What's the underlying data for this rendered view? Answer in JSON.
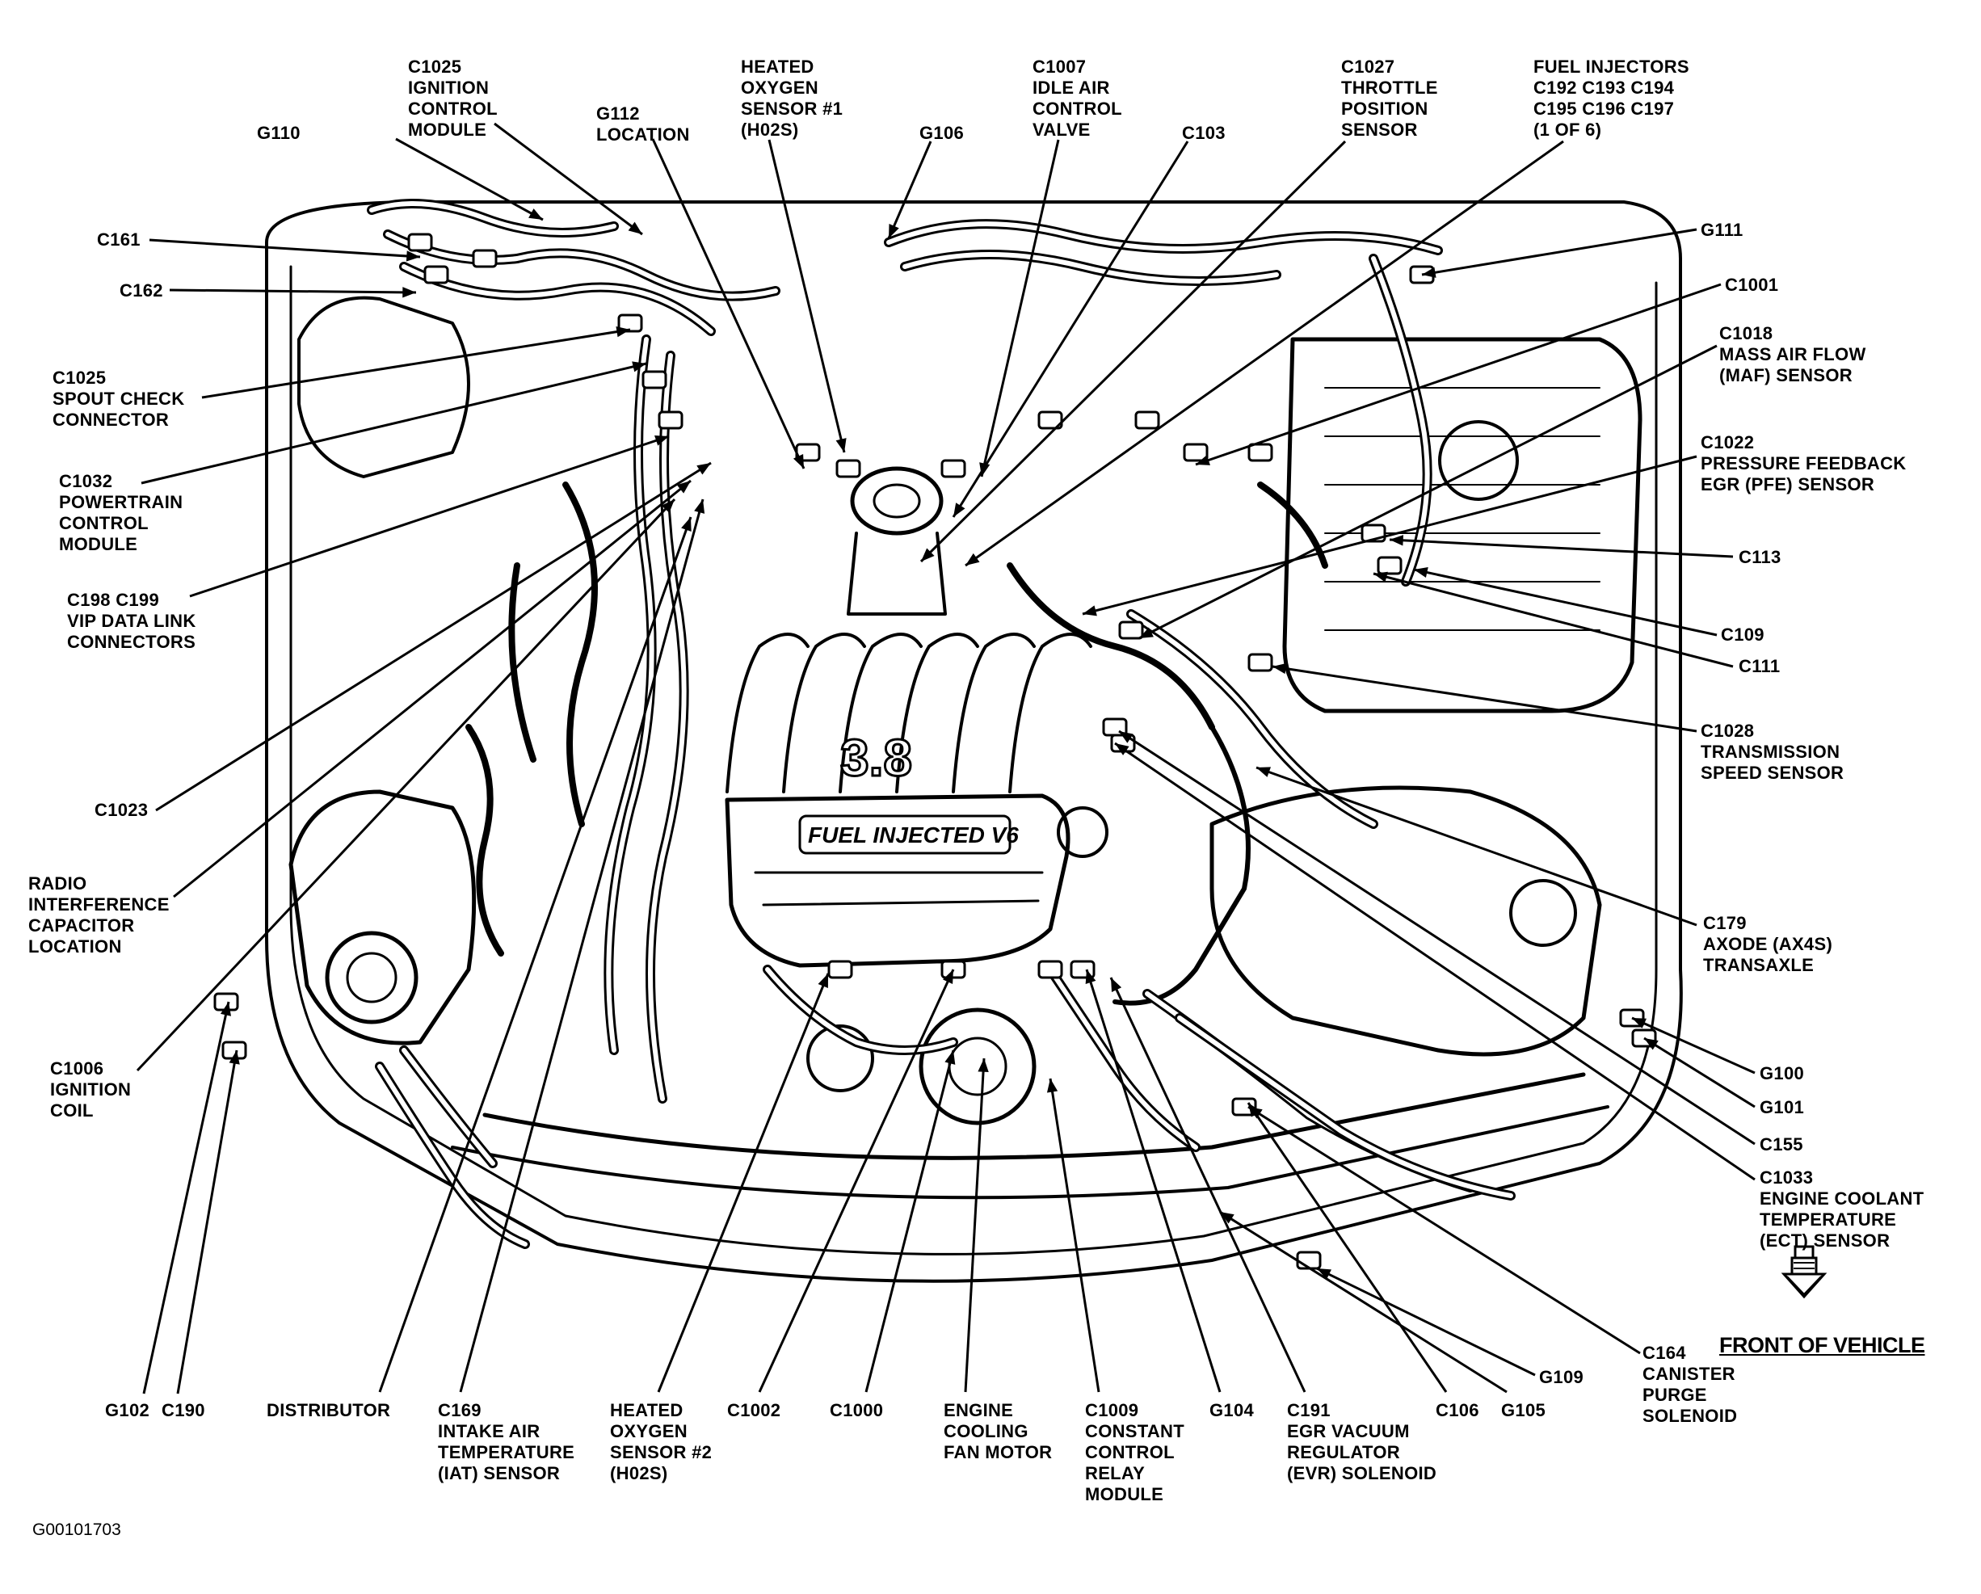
{
  "diagram": {
    "id_code": "G00101703",
    "front_of_vehicle": "FRONT OF VEHICLE",
    "engine_badge_displacement": "3.8",
    "engine_badge_text": "FUEL INJECTED V6",
    "colors": {
      "ink": "#000000",
      "paper": "#ffffff"
    },
    "icons": [
      "front-direction-arrow-icon"
    ],
    "callouts": [
      {
        "key": "g110",
        "text": "G110"
      },
      {
        "key": "c1025_icm",
        "text": "C1025\nIGNITION\nCONTROL\nMODULE"
      },
      {
        "key": "g112",
        "text": "G112\nLOCATION"
      },
      {
        "key": "h02s1",
        "text": "HEATED\nOXYGEN\nSENSOR #1\n(H02S)"
      },
      {
        "key": "g106",
        "text": "G106"
      },
      {
        "key": "c1007",
        "text": "C1007\nIDLE AIR\nCONTROL\nVALVE"
      },
      {
        "key": "c103",
        "text": "C103"
      },
      {
        "key": "c1027",
        "text": "C1027\nTHROTTLE\nPOSITION\nSENSOR"
      },
      {
        "key": "injectors",
        "text": "FUEL INJECTORS\nC192 C193 C194\nC195 C196 C197\n(1 OF 6)"
      },
      {
        "key": "c161",
        "text": "C161"
      },
      {
        "key": "c162",
        "text": "C162"
      },
      {
        "key": "g111",
        "text": "G111"
      },
      {
        "key": "c1001",
        "text": "C1001"
      },
      {
        "key": "c1018",
        "text": "C1018\nMASS AIR FLOW\n(MAF) SENSOR"
      },
      {
        "key": "c1025_spout",
        "text": "C1025\nSPOUT CHECK\nCONNECTOR"
      },
      {
        "key": "c1022",
        "text": "C1022\nPRESSURE FEEDBACK\nEGR (PFE) SENSOR"
      },
      {
        "key": "c1032",
        "text": "C1032\nPOWERTRAIN\nCONTROL\nMODULE"
      },
      {
        "key": "c113",
        "text": "C113"
      },
      {
        "key": "c198",
        "text": "C198 C199\nVIP DATA LINK\nCONNECTORS"
      },
      {
        "key": "c109",
        "text": "C109"
      },
      {
        "key": "c111",
        "text": "C111"
      },
      {
        "key": "c1028",
        "text": "C1028\nTRANSMISSION\nSPEED SENSOR"
      },
      {
        "key": "c1023",
        "text": "C1023"
      },
      {
        "key": "radio",
        "text": "RADIO\nINTERFERENCE\nCAPACITOR\nLOCATION"
      },
      {
        "key": "c179",
        "text": "C179\nAXODE (AX4S)\nTRANSAXLE"
      },
      {
        "key": "c1006",
        "text": "C1006\nIGNITION\nCOIL"
      },
      {
        "key": "g100",
        "text": "G100"
      },
      {
        "key": "g101",
        "text": "G101"
      },
      {
        "key": "c155",
        "text": "C155"
      },
      {
        "key": "c1033",
        "text": "C1033\nENGINE COOLANT\nTEMPERATURE\n(ECT) SENSOR"
      },
      {
        "key": "c164",
        "text": "C164\nCANISTER\nPURGE\nSOLENOID"
      },
      {
        "key": "g109",
        "text": "G109"
      },
      {
        "key": "g102",
        "text": "G102"
      },
      {
        "key": "c190",
        "text": "C190"
      },
      {
        "key": "distributor",
        "text": "DISTRIBUTOR"
      },
      {
        "key": "c169",
        "text": "C169\nINTAKE AIR\nTEMPERATURE\n(IAT) SENSOR"
      },
      {
        "key": "h02s2",
        "text": "HEATED\nOXYGEN\nSENSOR #2\n(H02S)"
      },
      {
        "key": "c1002",
        "text": "C1002"
      },
      {
        "key": "c1000",
        "text": "C1000"
      },
      {
        "key": "fan",
        "text": "ENGINE\nCOOLING\nFAN MOTOR"
      },
      {
        "key": "c1009",
        "text": "C1009\nCONSTANT\nCONTROL\nRELAY\nMODULE"
      },
      {
        "key": "g104",
        "text": "G104"
      },
      {
        "key": "c191",
        "text": "C191\nEGR VACUUM\nREGULATOR\n(EVR) SOLENOID"
      },
      {
        "key": "c106",
        "text": "C106"
      },
      {
        "key": "g105",
        "text": "G105"
      }
    ]
  }
}
